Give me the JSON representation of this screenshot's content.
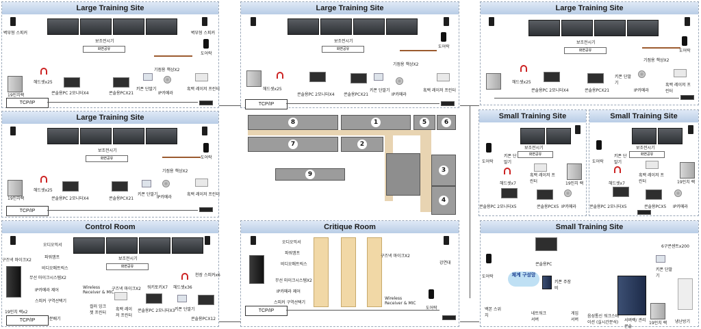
{
  "panels": {
    "lt1": {
      "title": "Large Training Site"
    },
    "lt2": {
      "title": "Large Training Site"
    },
    "lt3": {
      "title": "Large Training Site"
    },
    "lt4": {
      "title": "Large Training Site"
    },
    "st1": {
      "title": "Small Training Site"
    },
    "st2": {
      "title": "Small Training Site"
    },
    "st3": {
      "title": "Small Training Site"
    },
    "control": {
      "title": "Control Room"
    },
    "critique": {
      "title": "Critique Room"
    }
  },
  "labels": {
    "wall_speaker": "벽부형 스피커",
    "aux_monitor": "보조전시기",
    "screen_share": "화면공유",
    "door_lock": "도어락",
    "rack19": "19인치랙",
    "rack19x2": "19인치 랙x2",
    "rack19b": "19인치 랙",
    "headset25": "헤드셋x25",
    "headset7": "헤드셋x7",
    "headset36": "헤드셋x36",
    "console_pc_dual": "콘솔용PC 2모니터X4",
    "console_pc_dual5": "콘솔용PC 2모니터X5",
    "console_pc_x21": "콘솔용PCX21",
    "console_pc_x5": "콘솔용PCX5",
    "console_pc": "콘솔용PC",
    "keypad": "키폰 단말기",
    "ip_camera": "IP카메라",
    "laser_printer": "흑백 레이저 프린터",
    "instructor_desk": "기점용 책상X2",
    "tcp_ip": "TCP/IP",
    "goose_mic": "구즈넥 마이크X2",
    "audio_mixer": "오디오믹서",
    "power_amp": "파워앰프",
    "video_matrix": "비디오매트릭스",
    "wireless_mic_sys": "무선 마이크시스템X2",
    "ip_cam_ctrl": "IP카메라 제어",
    "speaker_zone": "스피커 구역선택기",
    "power_dist": "전원분배기",
    "wireless_receiver": "Wireless Receiver & MIC",
    "color_inkjet": "컬러 잉크젯 프린터",
    "goose_mic_small": "구즈넥 마이크X2",
    "walkie": "워키토키X7",
    "headset_small": "헤드셋x36",
    "ceiling_speaker": "천장 스피커x6",
    "console_pc_x12": "콘솔용PCX12",
    "console_dual_x3": "콘솔용PC 2모니터X3",
    "projector": "강연대",
    "network_build": "체계 구성망",
    "phone_keypad": "키폰 주장비",
    "backbone_switch": "백본 스위치",
    "network_server": "네트워크 서버",
    "game_server": "게임 서버",
    "voice_workstation": "음성통신 워크스테이션 (실시간분석)",
    "server_rack": "서버랙/ 관리콘솔",
    "rack19c": "19인치 랙",
    "fan": "냉난방기",
    "concent": "6구콘센트x200",
    "keypad_tel": "키폰 단말기"
  },
  "floor_rooms": [
    "1",
    "2",
    "3",
    "4",
    "5",
    "6",
    "7",
    "8",
    "9"
  ]
}
